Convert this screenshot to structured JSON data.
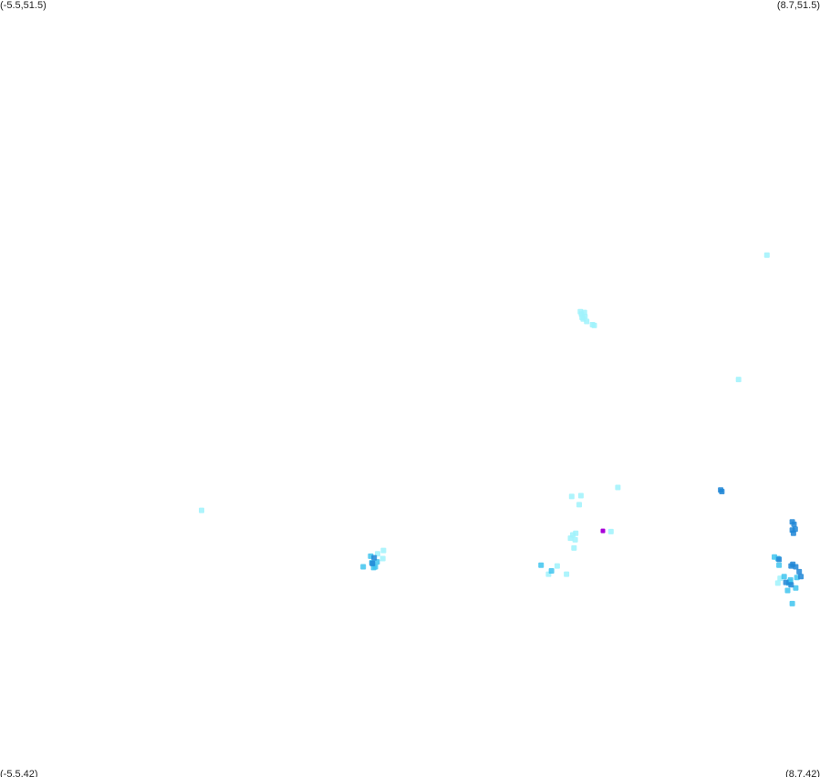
{
  "corners": {
    "top_left": "(-5.5,51.5)",
    "top_right": "(8.7,51.5)",
    "bottom_left": "(-5.5,42)",
    "bottom_right": "(8.7,42)"
  },
  "bounds": {
    "lon_min": -5.5,
    "lon_max": 8.7,
    "lat_min": 42,
    "lat_max": 51.5
  },
  "colors": {
    "light": "#9ff2fb",
    "mid": "#3fc4ef",
    "dark": "#1f86d6",
    "highlight": "#a800d8"
  },
  "points": [
    {
      "lon": 7.78,
      "lat": 48.38,
      "c": "light"
    },
    {
      "lon": 4.55,
      "lat": 47.69,
      "c": "light"
    },
    {
      "lon": 4.57,
      "lat": 47.66,
      "c": "light"
    },
    {
      "lon": 4.62,
      "lat": 47.68,
      "c": "light"
    },
    {
      "lon": 4.58,
      "lat": 47.62,
      "c": "light"
    },
    {
      "lon": 4.63,
      "lat": 47.63,
      "c": "light"
    },
    {
      "lon": 4.6,
      "lat": 47.6,
      "c": "light"
    },
    {
      "lon": 4.66,
      "lat": 47.57,
      "c": "light"
    },
    {
      "lon": 4.76,
      "lat": 47.53,
      "c": "light"
    },
    {
      "lon": 4.79,
      "lat": 47.52,
      "c": "light"
    },
    {
      "lon": 7.29,
      "lat": 46.86,
      "c": "light"
    },
    {
      "lon": 5.2,
      "lat": 45.54,
      "c": "light"
    },
    {
      "lon": 4.4,
      "lat": 45.43,
      "c": "light"
    },
    {
      "lon": 4.56,
      "lat": 45.44,
      "c": "light"
    },
    {
      "lon": 4.53,
      "lat": 45.33,
      "c": "light"
    },
    {
      "lon": -2.01,
      "lat": 45.26,
      "c": "light"
    },
    {
      "lon": 4.42,
      "lat": 44.96,
      "c": "light"
    },
    {
      "lon": 4.47,
      "lat": 44.98,
      "c": "light"
    },
    {
      "lon": 4.38,
      "lat": 44.92,
      "c": "light"
    },
    {
      "lon": 4.46,
      "lat": 44.9,
      "c": "light"
    },
    {
      "lon": 4.44,
      "lat": 44.8,
      "c": "light"
    },
    {
      "lon": 5.08,
      "lat": 45.0,
      "c": "light"
    },
    {
      "lon": 4.15,
      "lat": 44.58,
      "c": "light"
    },
    {
      "lon": 4.31,
      "lat": 44.48,
      "c": "light"
    },
    {
      "lon": 4.0,
      "lat": 44.48,
      "c": "light"
    },
    {
      "lon": 1.14,
      "lat": 44.77,
      "c": "light"
    },
    {
      "lon": 1.04,
      "lat": 44.73,
      "c": "light"
    },
    {
      "lon": 1.13,
      "lat": 44.67,
      "c": "light"
    },
    {
      "lon": 7.97,
      "lat": 44.37,
      "c": "light"
    },
    {
      "lon": 8.01,
      "lat": 44.43,
      "c": "light"
    },
    {
      "lon": 3.87,
      "lat": 44.59,
      "c": "mid"
    },
    {
      "lon": 4.05,
      "lat": 44.52,
      "c": "mid"
    },
    {
      "lon": 0.79,
      "lat": 44.57,
      "c": "mid"
    },
    {
      "lon": 0.94,
      "lat": 44.62,
      "c": "mid"
    },
    {
      "lon": 0.92,
      "lat": 44.7,
      "c": "mid"
    },
    {
      "lon": 1.03,
      "lat": 44.63,
      "c": "mid"
    },
    {
      "lon": 1.0,
      "lat": 44.57,
      "c": "mid"
    },
    {
      "lon": 0.97,
      "lat": 44.56,
      "c": "mid"
    },
    {
      "lon": 7.91,
      "lat": 44.69,
      "c": "mid"
    },
    {
      "lon": 7.97,
      "lat": 44.67,
      "c": "mid"
    },
    {
      "lon": 7.99,
      "lat": 44.59,
      "c": "mid"
    },
    {
      "lon": 8.08,
      "lat": 44.45,
      "c": "mid"
    },
    {
      "lon": 8.19,
      "lat": 44.41,
      "c": "mid"
    },
    {
      "lon": 8.28,
      "lat": 44.31,
      "c": "mid"
    },
    {
      "lon": 8.16,
      "lat": 44.37,
      "c": "mid"
    },
    {
      "lon": 8.18,
      "lat": 44.39,
      "c": "mid"
    },
    {
      "lon": 8.14,
      "lat": 44.28,
      "c": "mid"
    },
    {
      "lon": 8.3,
      "lat": 44.44,
      "c": "mid"
    },
    {
      "lon": 8.22,
      "lat": 44.12,
      "c": "mid"
    },
    {
      "lon": 6.98,
      "lat": 45.51,
      "c": "dark"
    },
    {
      "lon": 7.0,
      "lat": 45.49,
      "c": "dark"
    },
    {
      "lon": 8.22,
      "lat": 45.12,
      "c": "dark"
    },
    {
      "lon": 8.25,
      "lat": 45.09,
      "c": "dark"
    },
    {
      "lon": 8.22,
      "lat": 45.02,
      "c": "dark"
    },
    {
      "lon": 8.27,
      "lat": 45.03,
      "c": "dark"
    },
    {
      "lon": 8.24,
      "lat": 44.98,
      "c": "dark"
    },
    {
      "lon": 0.98,
      "lat": 44.68,
      "c": "dark"
    },
    {
      "lon": 0.95,
      "lat": 44.61,
      "c": "dark"
    },
    {
      "lon": 7.99,
      "lat": 44.66,
      "c": "dark"
    },
    {
      "lon": 8.23,
      "lat": 44.6,
      "c": "dark"
    },
    {
      "lon": 8.2,
      "lat": 44.58,
      "c": "dark"
    },
    {
      "lon": 8.28,
      "lat": 44.57,
      "c": "dark"
    },
    {
      "lon": 8.34,
      "lat": 44.51,
      "c": "dark"
    },
    {
      "lon": 8.37,
      "lat": 44.45,
      "c": "dark"
    },
    {
      "lon": 8.11,
      "lat": 44.38,
      "c": "dark"
    },
    {
      "lon": 8.2,
      "lat": 44.35,
      "c": "dark"
    },
    {
      "lon": 4.94,
      "lat": 45.01,
      "c": "highlight"
    }
  ]
}
